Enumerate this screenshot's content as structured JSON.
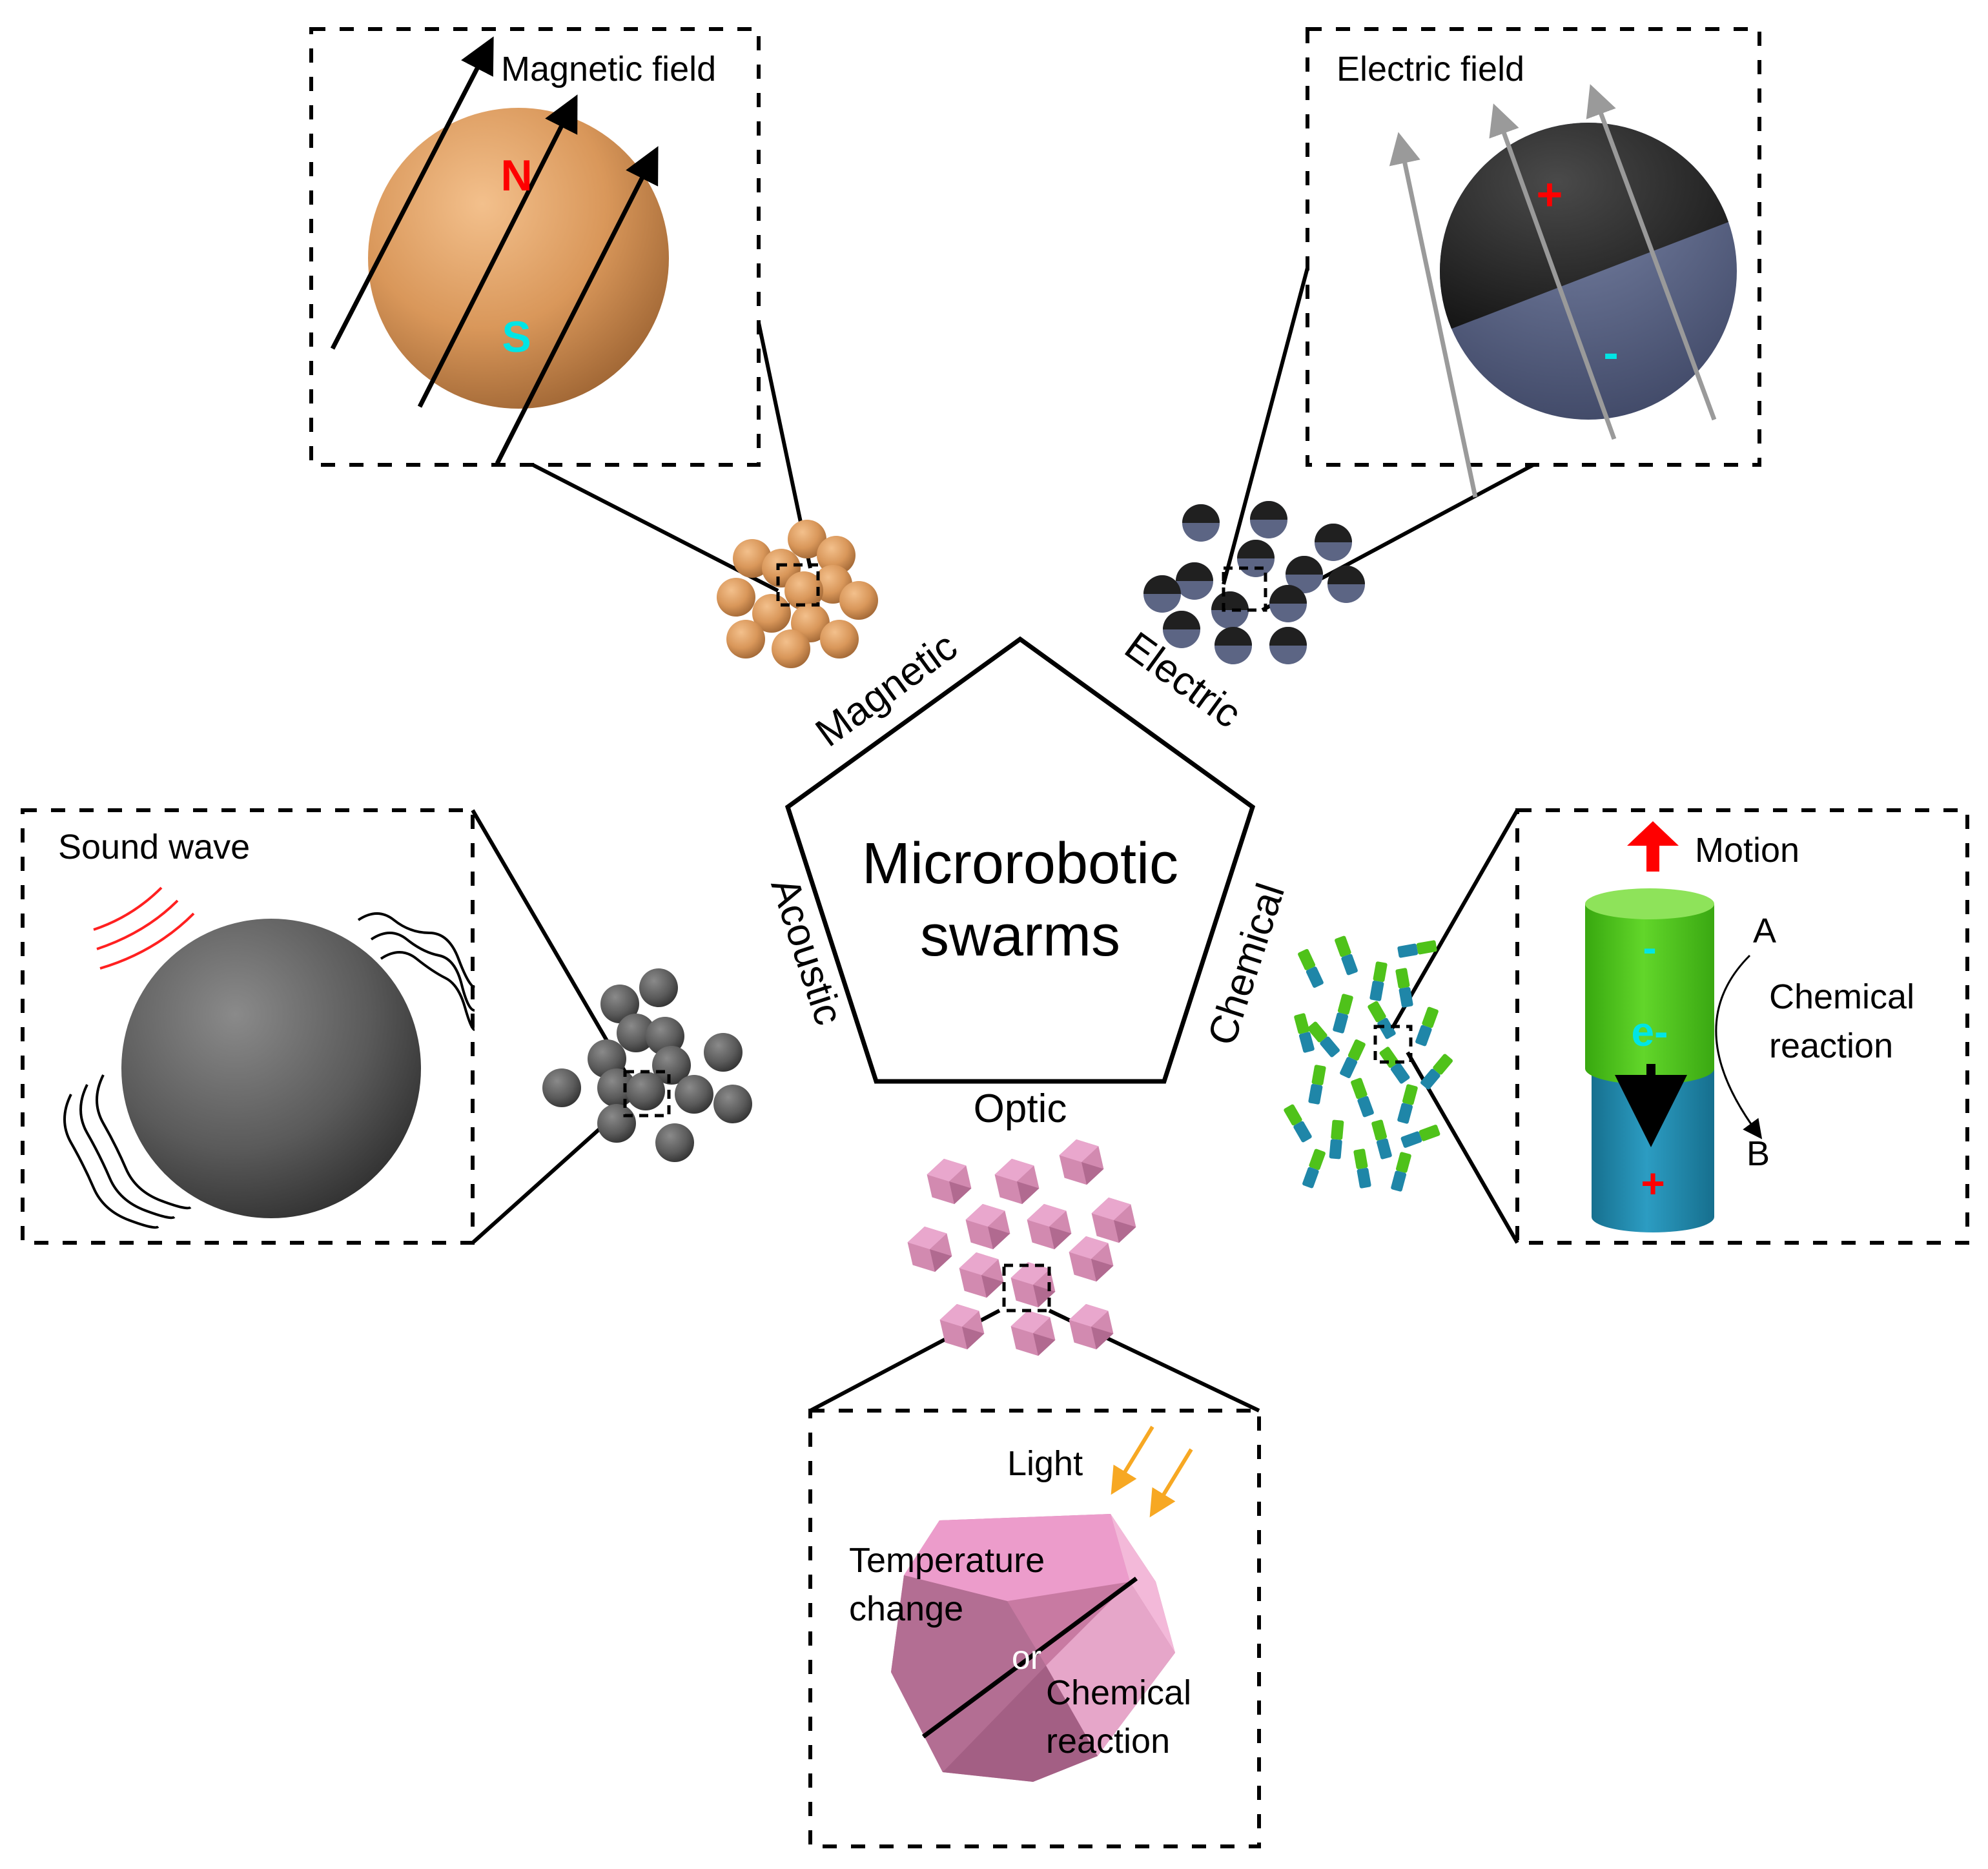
{
  "center": {
    "line1": "Microrobotic",
    "line2": "swarms"
  },
  "sides": {
    "magnetic": "Magnetic",
    "electric": "Electric",
    "chemical": "Chemical",
    "optic": "Optic",
    "acoustic": "Acoustic"
  },
  "magnetic_panel": {
    "caption": "Magnetic field",
    "north": "N",
    "south": "S"
  },
  "electric_panel": {
    "caption": "Electric field",
    "plus": "+",
    "minus": "-"
  },
  "acoustic_panel": {
    "caption": "Sound wave"
  },
  "chemical_panel": {
    "motion": "Motion",
    "minus": "-",
    "electron": "e-",
    "plus": "+",
    "reactant": "A",
    "product": "B",
    "reaction_line1": "Chemical",
    "reaction_line2": "reaction"
  },
  "optic_panel": {
    "light": "Light",
    "temp_line1": "Temperature",
    "temp_line2": "change",
    "or": "or",
    "chem_line1": "Chemical",
    "chem_line2": "reaction"
  },
  "colors": {
    "magnetic_particle": "#d9975a",
    "electric_top": "#202020",
    "electric_bottom": "#5c6584",
    "acoustic_particle": "#5a5a5a",
    "chemical_green": "#4fc21a",
    "chemical_blue": "#1f86a8",
    "optic_pink": "#d28ab0",
    "north": "#ff0000",
    "south": "#00e5e5",
    "light_arrow": "#f7a823",
    "sound_red": "#ff2020"
  }
}
